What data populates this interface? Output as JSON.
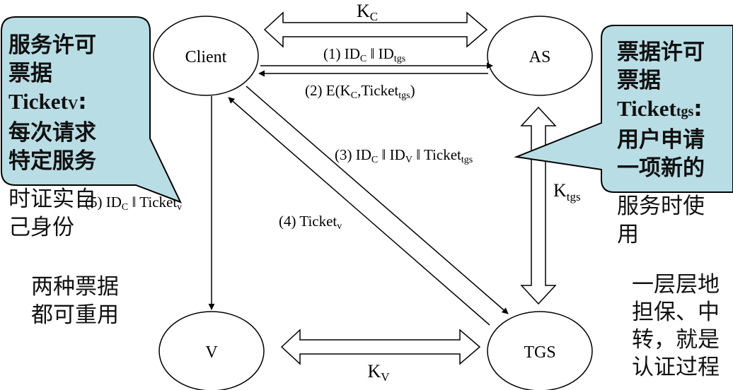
{
  "nodes": {
    "client": "Client",
    "as": "AS",
    "v": "V",
    "tgs": "TGS"
  },
  "keys": {
    "kc_main": "K",
    "kc_sub": "C",
    "ktgs_main": "K",
    "ktgs_sub": "tgs",
    "kv_main": "K",
    "kv_sub": "V"
  },
  "messages": {
    "m1": {
      "n": "(1) ID",
      "s1": "C",
      "mid": " ‖ ID",
      "s2": "tgs"
    },
    "m2": {
      "n": "(2) E(K",
      "s1": "C",
      "mid": ",Ticket",
      "s2": "tgs",
      "end": ")"
    },
    "m3": {
      "n": "(3) ID",
      "s1": "C",
      "mid": " ‖ ID",
      "s2": "V",
      "mid2": " ‖ Ticket",
      "s3": "tgs"
    },
    "m4": {
      "n": "(4) Ticket",
      "s1": "v"
    },
    "m5": {
      "n": "(5) ID",
      "s1": "C",
      "mid": " ‖ Ticket",
      "s2": "v"
    }
  },
  "callout_left": {
    "line1": "服务许可",
    "line2": "票据",
    "line3_main": "Ticket",
    "line3_sub": "V",
    "line3_end": ":",
    "line4": "每次请求",
    "line5": "特定服务"
  },
  "note_left_overflow": {
    "line1": "时证实自",
    "line2": "己身份"
  },
  "callout_right": {
    "line1": "票据许可",
    "line2": "票据",
    "line3_main": "Ticket",
    "line3_sub": "tgs",
    "line3_end": ":",
    "line4": "用户申请",
    "line5": "一项新的"
  },
  "note_right_overflow": {
    "line1": "服务时使",
    "line2": "用"
  },
  "note_reuse": {
    "line1": "两种票据",
    "line2": "都可重用"
  },
  "note_chain": {
    "line1": "一层层地",
    "line2": "担保、中",
    "line3": "转，就是",
    "line4": "认证过程"
  },
  "colors": {
    "callout_fill": "#b9dde4",
    "stroke": "#000000"
  }
}
